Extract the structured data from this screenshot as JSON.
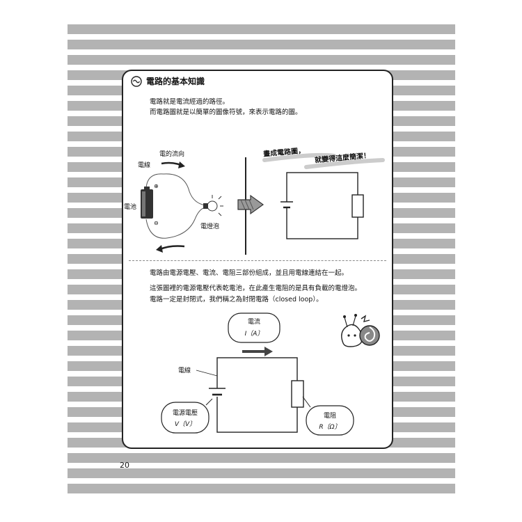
{
  "header": {
    "title": "電路的基本知識"
  },
  "intro": {
    "line1": "電路就是電流經過的路徑。",
    "line2": "而電路圖就是以簡單的圖像符號，來表示電路的圖。"
  },
  "left_diagram": {
    "current_direction": "電的流向",
    "wire": "電線",
    "battery": "電池",
    "bulb": "電燈泡",
    "plus": "⊕",
    "minus": "⊖"
  },
  "right_diagram": {
    "handwritten1": "畫成電路圖，",
    "handwritten2": "就變得這麼簡潔！"
  },
  "explanation": {
    "line1": "電路由電源電壓、電流、電阻三部份組成，並且用電線連結在一起。",
    "line2": "這張圖裡的電源電壓代表乾電池，在此產生電阻的是具有負載的電燈泡。",
    "line3": "電路一定是封閉式，我們稱之為封閉電路（closed loop）。"
  },
  "bottom_diagram": {
    "current_label": "電流",
    "current_symbol": "I〔A〕",
    "wire_label": "電線",
    "voltage_label": "電源電壓",
    "voltage_symbol": "V〔V〕",
    "resistance_label": "電阻",
    "resistance_symbol": "R〔Ω〕"
  },
  "page_number": "20"
}
